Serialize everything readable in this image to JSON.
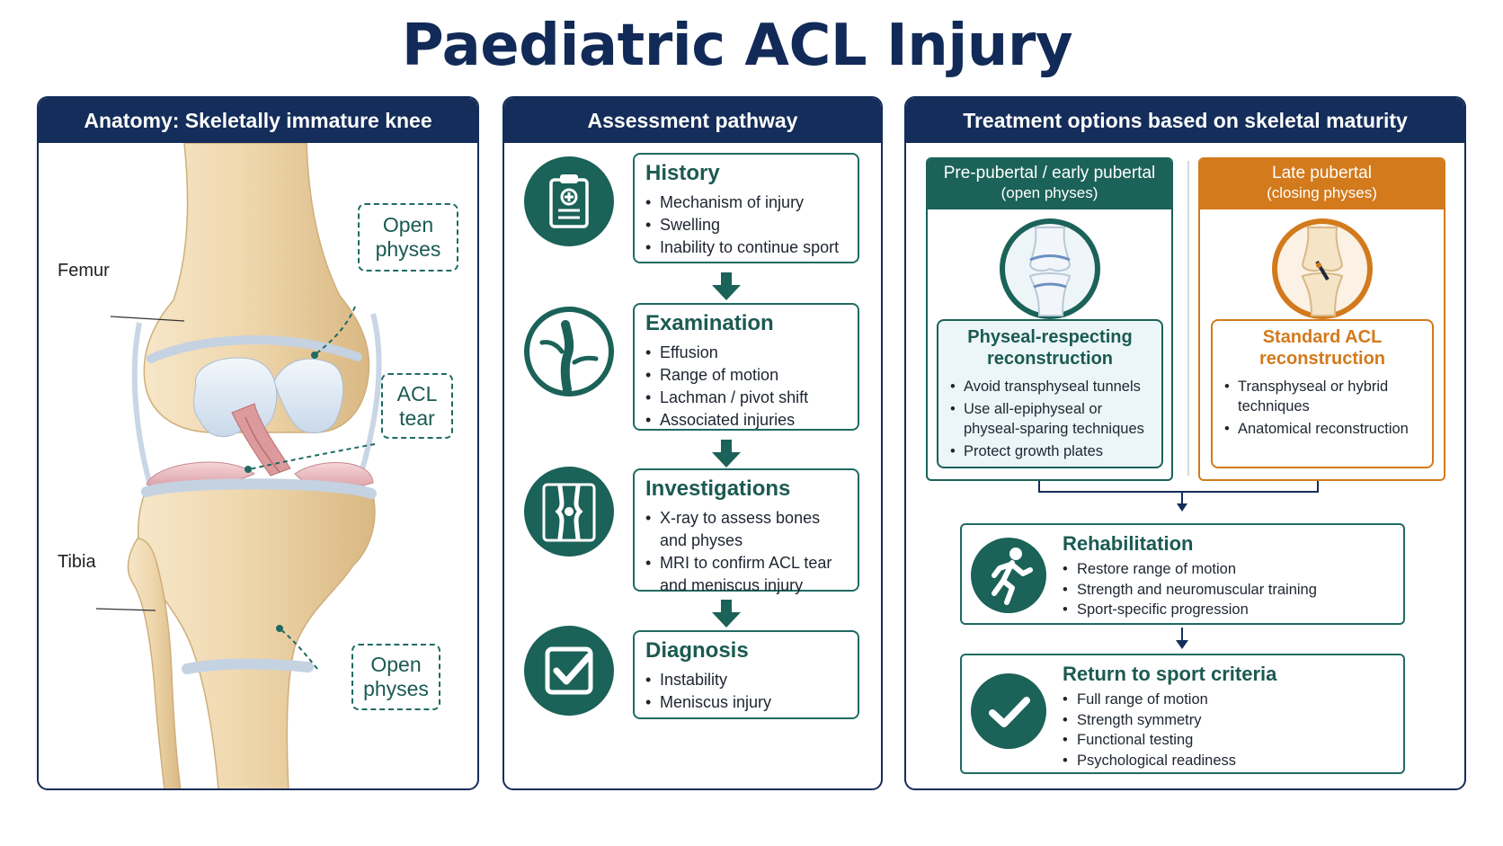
{
  "title": "Paediatric ACL Injury",
  "colors": {
    "navy": "#142d5a",
    "teal": "#1b6258",
    "orange": "#d27a1c",
    "bone": "#ecd4a8"
  },
  "anatomy": {
    "header": "Anatomy: Skeletally immature knee",
    "labels": {
      "femur": "Femur",
      "tibia": "Tibia"
    },
    "callouts": {
      "open_physes_top": [
        "Open",
        "physes"
      ],
      "acl_tear": [
        "ACL",
        "tear"
      ],
      "open_physes_bottom": [
        "Open",
        "physes"
      ]
    }
  },
  "assessment": {
    "header": "Assessment pathway",
    "steps": [
      {
        "icon": "clipboard-icon",
        "title": "History",
        "items": [
          "Mechanism of injury",
          "Swelling",
          "Inability to continue sport"
        ]
      },
      {
        "icon": "knee-exam-icon",
        "title": "Examination",
        "items": [
          "Effusion",
          "Range of motion",
          "Lachman / pivot shift",
          "Associated injuries"
        ]
      },
      {
        "icon": "xray-icon",
        "title": "Investigations",
        "items": [
          "X-ray to assess bones and physes",
          "MRI to confirm ACL tear and meniscus injury"
        ]
      },
      {
        "icon": "checkbox-icon",
        "title": "Diagnosis",
        "items": [
          "Instability",
          "Meniscus injury"
        ]
      }
    ]
  },
  "treatment": {
    "header": "Treatment options based on skeletal maturity",
    "left": {
      "head": "Pre-pubertal / early pubertal",
      "sub": "(open physes)",
      "title": "Physeal-respecting reconstruction",
      "items": [
        "Avoid transphyseal tunnels",
        "Use all-epiphyseal or physeal-sparing techniques",
        "Protect growth plates"
      ]
    },
    "right": {
      "head": "Late pubertal",
      "sub": "(closing physes)",
      "title": "Standard ACL reconstruction",
      "items": [
        "Transphyseal or hybrid techniques",
        "Anatomical reconstruction"
      ]
    },
    "rehab": {
      "icon": "running-person-icon",
      "title": "Rehabilitation",
      "items": [
        "Restore range of motion",
        "Strength and neuromuscular training",
        "Sport-specific progression"
      ]
    },
    "return": {
      "icon": "checkmark-icon",
      "title": "Return to sport criteria",
      "items": [
        "Full range of motion",
        "Strength symmetry",
        "Functional testing",
        "Psychological readiness"
      ]
    }
  }
}
